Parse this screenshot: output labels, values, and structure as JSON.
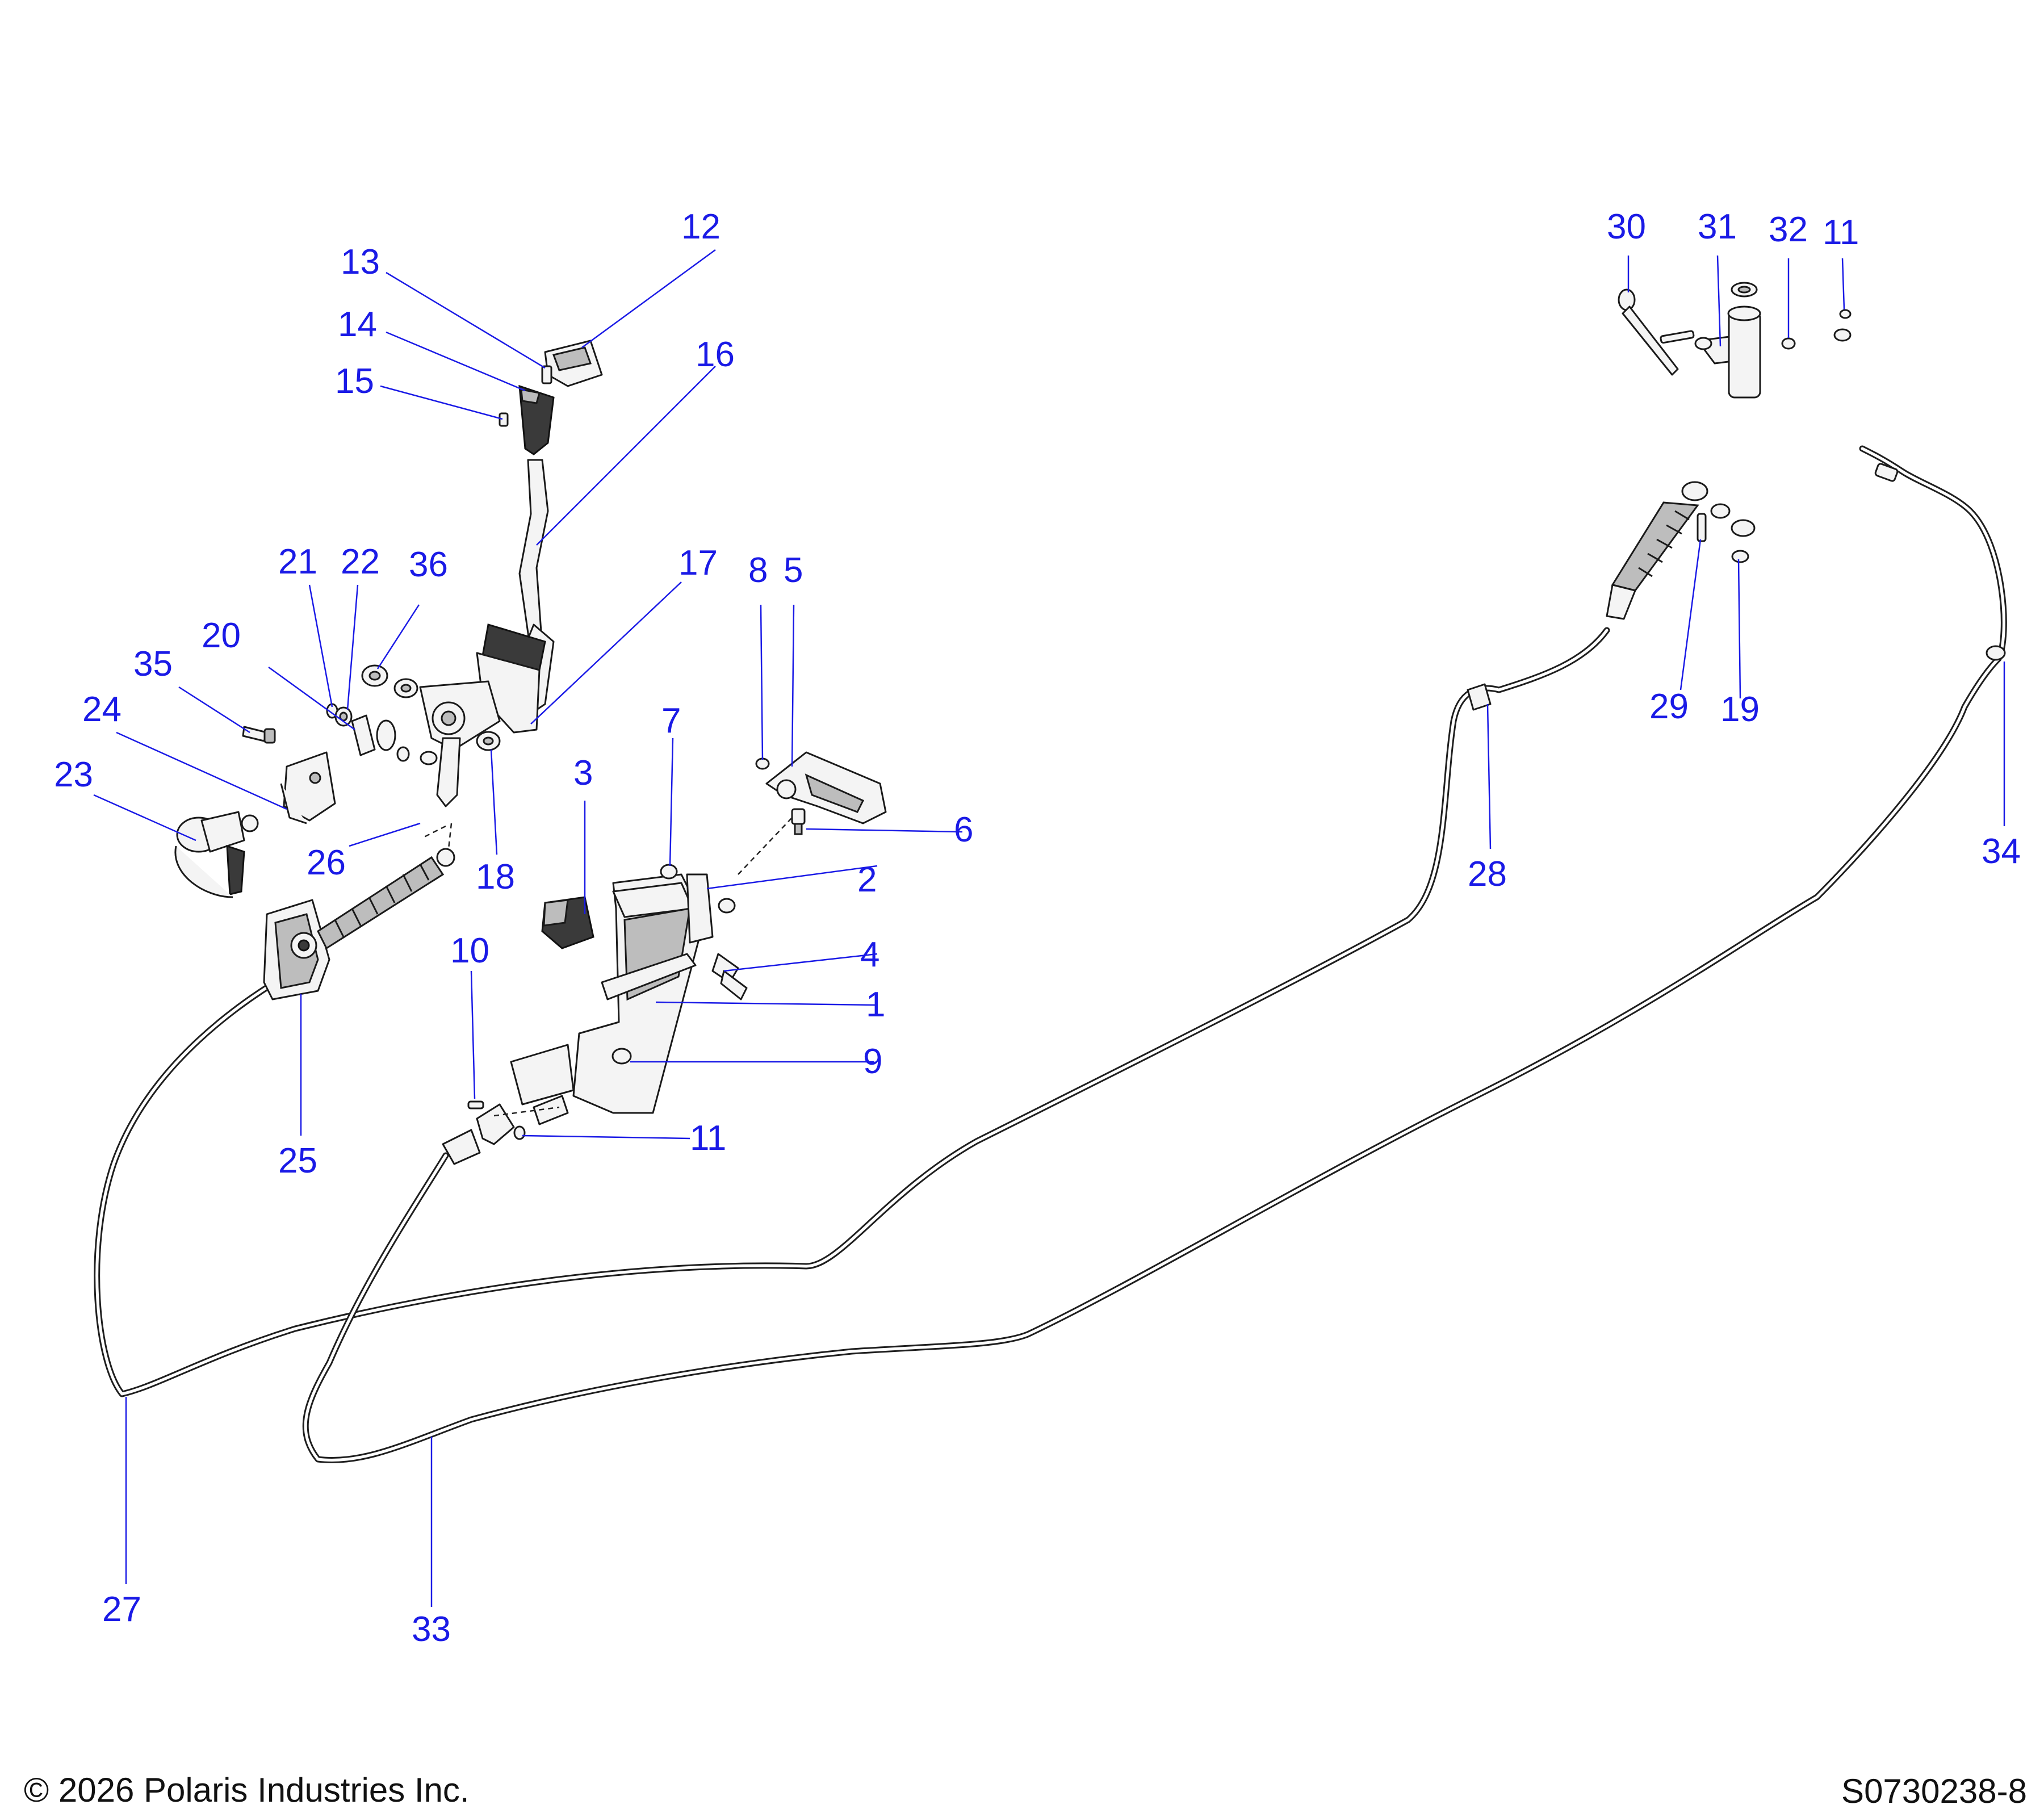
{
  "callouts": [
    {
      "id": "1",
      "label": "1"
    },
    {
      "id": "2",
      "label": "2"
    },
    {
      "id": "3",
      "label": "3"
    },
    {
      "id": "4",
      "label": "4"
    },
    {
      "id": "5",
      "label": "5"
    },
    {
      "id": "6",
      "label": "6"
    },
    {
      "id": "7",
      "label": "7"
    },
    {
      "id": "8",
      "label": "8"
    },
    {
      "id": "9",
      "label": "9"
    },
    {
      "id": "10",
      "label": "10"
    },
    {
      "id": "11a",
      "label": "11"
    },
    {
      "id": "11b",
      "label": "11"
    },
    {
      "id": "12",
      "label": "12"
    },
    {
      "id": "13",
      "label": "13"
    },
    {
      "id": "14",
      "label": "14"
    },
    {
      "id": "15",
      "label": "15"
    },
    {
      "id": "16",
      "label": "16"
    },
    {
      "id": "17",
      "label": "17"
    },
    {
      "id": "18",
      "label": "18"
    },
    {
      "id": "19",
      "label": "19"
    },
    {
      "id": "20",
      "label": "20"
    },
    {
      "id": "21",
      "label": "21"
    },
    {
      "id": "22",
      "label": "22"
    },
    {
      "id": "23",
      "label": "23"
    },
    {
      "id": "24",
      "label": "24"
    },
    {
      "id": "25",
      "label": "25"
    },
    {
      "id": "26",
      "label": "26"
    },
    {
      "id": "27",
      "label": "27"
    },
    {
      "id": "28",
      "label": "28"
    },
    {
      "id": "29",
      "label": "29"
    },
    {
      "id": "30",
      "label": "30"
    },
    {
      "id": "31",
      "label": "31"
    },
    {
      "id": "32",
      "label": "32"
    },
    {
      "id": "33",
      "label": "33"
    },
    {
      "id": "34",
      "label": "34"
    },
    {
      "id": "35",
      "label": "35"
    },
    {
      "id": "36",
      "label": "36"
    }
  ],
  "footer": {
    "copyright": "© 2026 Polaris Industries Inc.",
    "drawing_id": "S0730238-8"
  },
  "colors": {
    "callout": "#1a1ae6",
    "linework": "#1a1a1a",
    "background": "#ffffff"
  }
}
